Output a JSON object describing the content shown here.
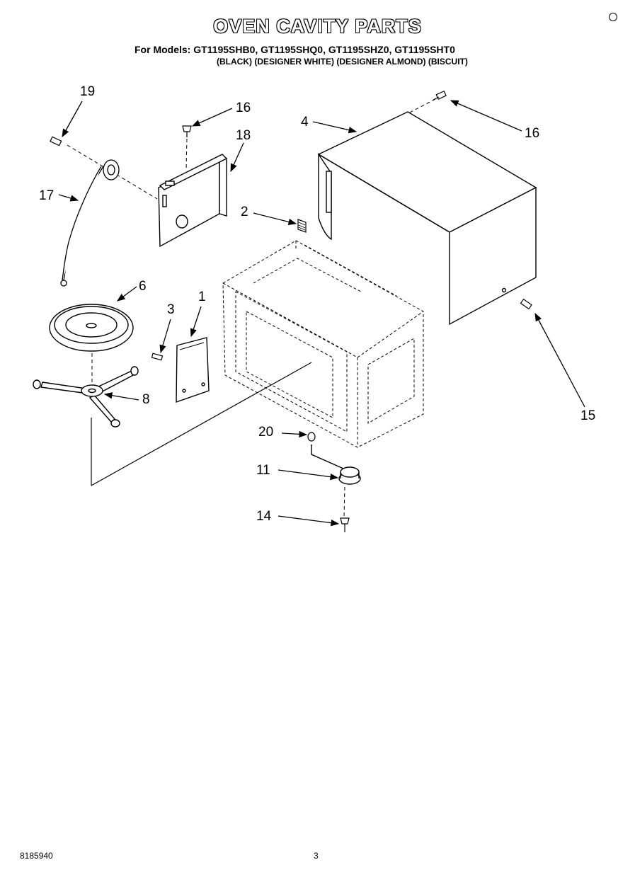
{
  "header": {
    "title": "OVEN CAVITY PARTS",
    "models": "For Models: GT1195SHB0, GT1195SHQ0, GT1195SHZ0, GT1195SHT0",
    "colors": "(BLACK) (DESIGNER WHITE) (DESIGNER ALMOND) (BISCUIT)"
  },
  "callouts": {
    "c19": "19",
    "c16a": "16",
    "c18": "18",
    "c4": "4",
    "c16b": "16",
    "c17": "17",
    "c2": "2",
    "c6": "6",
    "c3": "3",
    "c1": "1",
    "c8": "8",
    "c15": "15",
    "c20": "20",
    "c11": "11",
    "c14": "14"
  },
  "footer": {
    "doc_number": "8185940",
    "page": "3"
  },
  "colors_used": {
    "ink": "#000000",
    "paper": "#ffffff"
  }
}
